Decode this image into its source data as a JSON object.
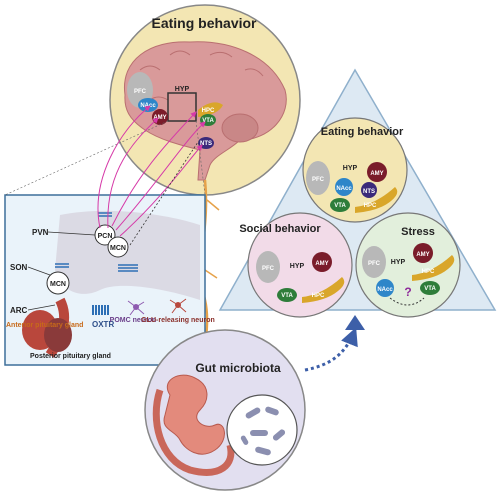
{
  "top": {
    "title": "Eating behavior",
    "regions": {
      "pfc": "PFC",
      "nacc": "NAcc",
      "amy": "AMY",
      "hyp": "HYP",
      "hpc": "HPC",
      "vta": "VTA",
      "nts": "NTS"
    }
  },
  "inset": {
    "pvn": "PVN",
    "son": "SON",
    "arc": "ARC",
    "pcn": "PCN",
    "mcn": "MCN",
    "mcn2": "MCN",
    "anterior_pituitary": "Anterior pituitary gland",
    "posterior_pituitary": "Posterior pituitary gland",
    "oxtr": "OXTR",
    "pomc": "POMC neuron",
    "glu": "GLU-releasing neuron"
  },
  "triangle": {
    "eating": {
      "title": "Eating behavior",
      "pfc": "PFC",
      "hyp": "HYP",
      "amy": "AMY",
      "nacc": "NAcc",
      "nts": "NTS",
      "vta": "VTA",
      "hpc": "HPC"
    },
    "social": {
      "title": "Social behavior",
      "pfc": "PFC",
      "hyp": "HYP",
      "amy": "AMY",
      "vta": "VTA",
      "hpc": "HPC"
    },
    "stress": {
      "title": "Stress",
      "pfc": "PFC",
      "hyp": "HYP",
      "amy": "AMY",
      "hpc": "HPC",
      "nacc": "NAcc",
      "vta": "VTA",
      "question": "?"
    }
  },
  "gut": {
    "title": "Gut microbiota"
  },
  "colors": {
    "nacc": "#2e86c9",
    "amy": "#7a1c2a",
    "vta": "#2e7d3a",
    "nts": "#3b2a7a",
    "hpc": "#d9a62a",
    "pfc": "#b8b8b8"
  }
}
